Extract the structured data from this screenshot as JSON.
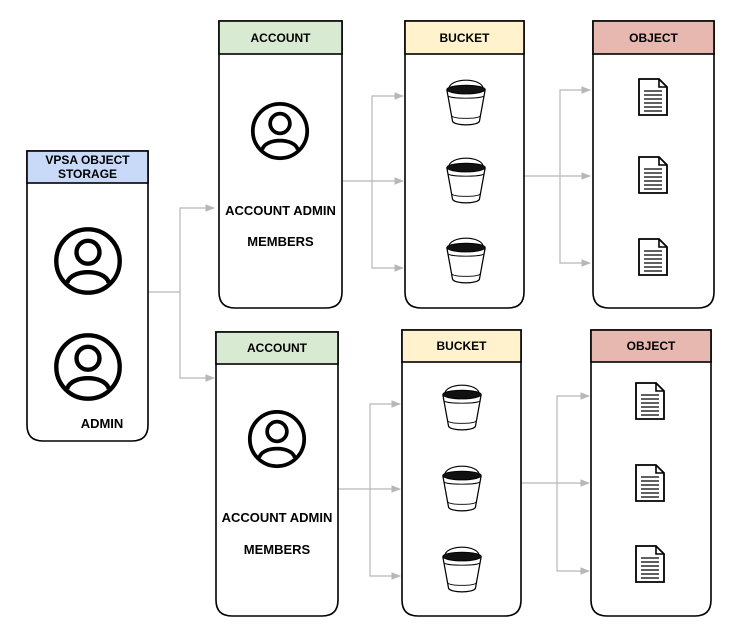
{
  "colors": {
    "vpsa_header": "#c9daf8",
    "account_header": "#d9ead3",
    "bucket_header": "#fff2cc",
    "object_header": "#e6b8af",
    "connector": "#b7b7b7"
  },
  "vpsa": {
    "header_line1": "VPSA OBJECT",
    "header_line2": "STORAGE",
    "admin_label": "ADMIN"
  },
  "accounts": [
    {
      "account_header": "ACCOUNT",
      "label_line1": "ACCOUNT ADMIN",
      "label_line2": "MEMBERS",
      "bucket_header": "BUCKET",
      "object_header": "OBJECT"
    },
    {
      "account_header": "ACCOUNT",
      "label_line1": "ACCOUNT ADMIN",
      "label_line2": "MEMBERS",
      "bucket_header": "BUCKET",
      "object_header": "OBJECT"
    }
  ],
  "icons": {
    "user": "user-circle-icon",
    "bucket": "bucket-icon",
    "document": "document-icon"
  }
}
